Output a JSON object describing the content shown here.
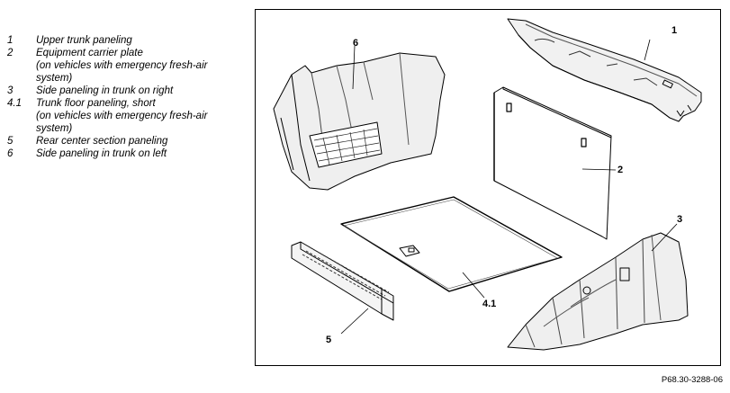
{
  "legend": [
    {
      "num": "1",
      "lines": [
        "Upper trunk paneling"
      ]
    },
    {
      "num": "2",
      "lines": [
        "Equipment carrier plate",
        "(on vehicles with emergency fresh-air",
        "system)"
      ]
    },
    {
      "num": "3",
      "lines": [
        "Side paneling in trunk on right"
      ]
    },
    {
      "num": "4.1",
      "lines": [
        "Trunk floor paneling, short",
        "(on vehicles with emergency fresh-air",
        "system)"
      ]
    },
    {
      "num": "5",
      "lines": [
        "Rear center section paneling"
      ]
    },
    {
      "num": "6",
      "lines": [
        "Side paneling in trunk on left"
      ]
    }
  ],
  "callouts": {
    "c1": "1",
    "c2": "2",
    "c3": "3",
    "c41": "4.1",
    "c5": "5",
    "c6": "6"
  },
  "footer": {
    "code": "P68.30-3288-06"
  }
}
